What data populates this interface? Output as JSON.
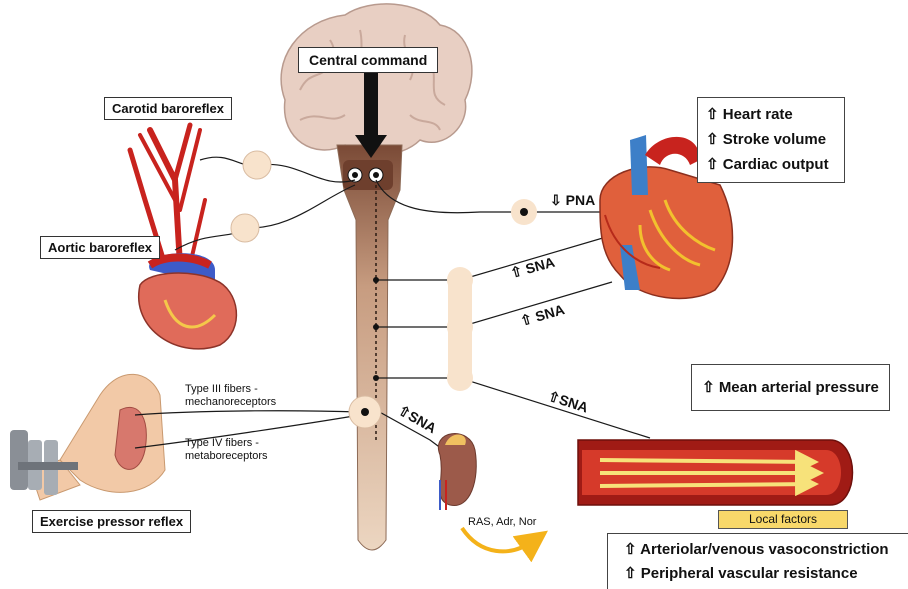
{
  "labels": {
    "central_command": "Central command",
    "carotid_baroreflex": "Carotid baroreflex",
    "aortic_baroreflex": "Aortic baroreflex",
    "exercise_pressor_reflex": "Exercise pressor reflex",
    "type_iii_line1": "Type III fibers -",
    "type_iii_line2": "mechanoreceptors",
    "type_iv_line1": "Type IV fibers -",
    "type_iv_line2": "metaboreceptors",
    "pna": "⇩ PNA",
    "sna_1": "⇧ SNA",
    "sna_2": "⇧ SNA",
    "sna_3": "⇧SNA",
    "sna_4": "⇧SNA",
    "ras_adr_nor": "RAS, Adr, Nor",
    "local_factors": "Local factors"
  },
  "cardiac_box": {
    "heart_rate": "⇧ Heart rate",
    "stroke_volume": "⇧ Stroke volume",
    "cardiac_output": "⇧ Cardiac output"
  },
  "map_box": {
    "text": "⇧ Mean arterial pressure"
  },
  "vascular_box": {
    "vasoconstriction": "⇧ Arteriolar/venous vasoconstriction",
    "resistance": "⇧  Peripheral vascular resistance"
  },
  "colors": {
    "brain": "#e8d2c8",
    "spinal_cord": "#e6cfb8",
    "brainstem": "#7a4a36",
    "artery": "#c8231e",
    "vein": "#3d5bc8",
    "ganglion": "#f8e3cc",
    "arrow_yellow": "#f4b21a"
  }
}
